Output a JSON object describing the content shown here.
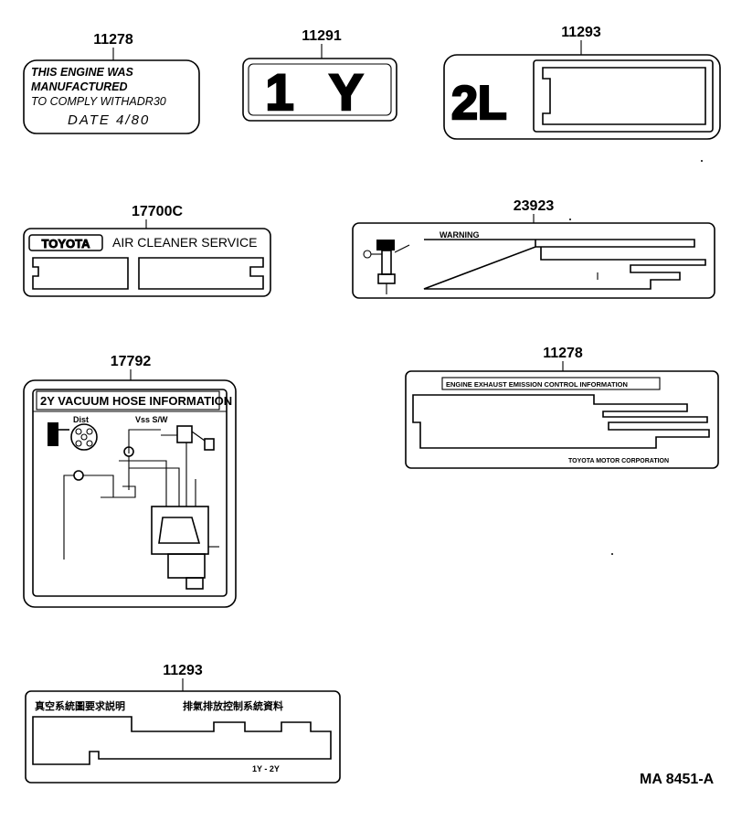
{
  "parts": {
    "p1": {
      "number": "11278",
      "lines": [
        "THIS ENGINE WAS",
        "MANUFACTURED",
        "TO COMPLY WITHADR30",
        "DATE  4/80"
      ]
    },
    "p2": {
      "number": "11291",
      "text": "1 Y"
    },
    "p3": {
      "number": "11293",
      "text": "2L"
    },
    "p4": {
      "number": "17700C",
      "brand": "TOYOTA",
      "text": "AIR CLEANER SERVICE"
    },
    "p5": {
      "number": "23923",
      "text": "WARNING"
    },
    "p6": {
      "number": "17792",
      "title": "2Y VACUUM HOSE INFORMATION",
      "dist": "Dist",
      "vsw": "Vss  S/W"
    },
    "p7": {
      "number": "11278",
      "header": "ENGINE EXHAUST EMISSION CONTROL INFORMATION",
      "footer": "TOYOTA MOTOR CORPORATION"
    },
    "p8": {
      "number": "11293",
      "jp_left": "真空系統圖要求説明",
      "jp_right": "排氣排放控制系統資料",
      "model": "1Y - 2Y"
    }
  },
  "ref_code": "MA  8451-A"
}
